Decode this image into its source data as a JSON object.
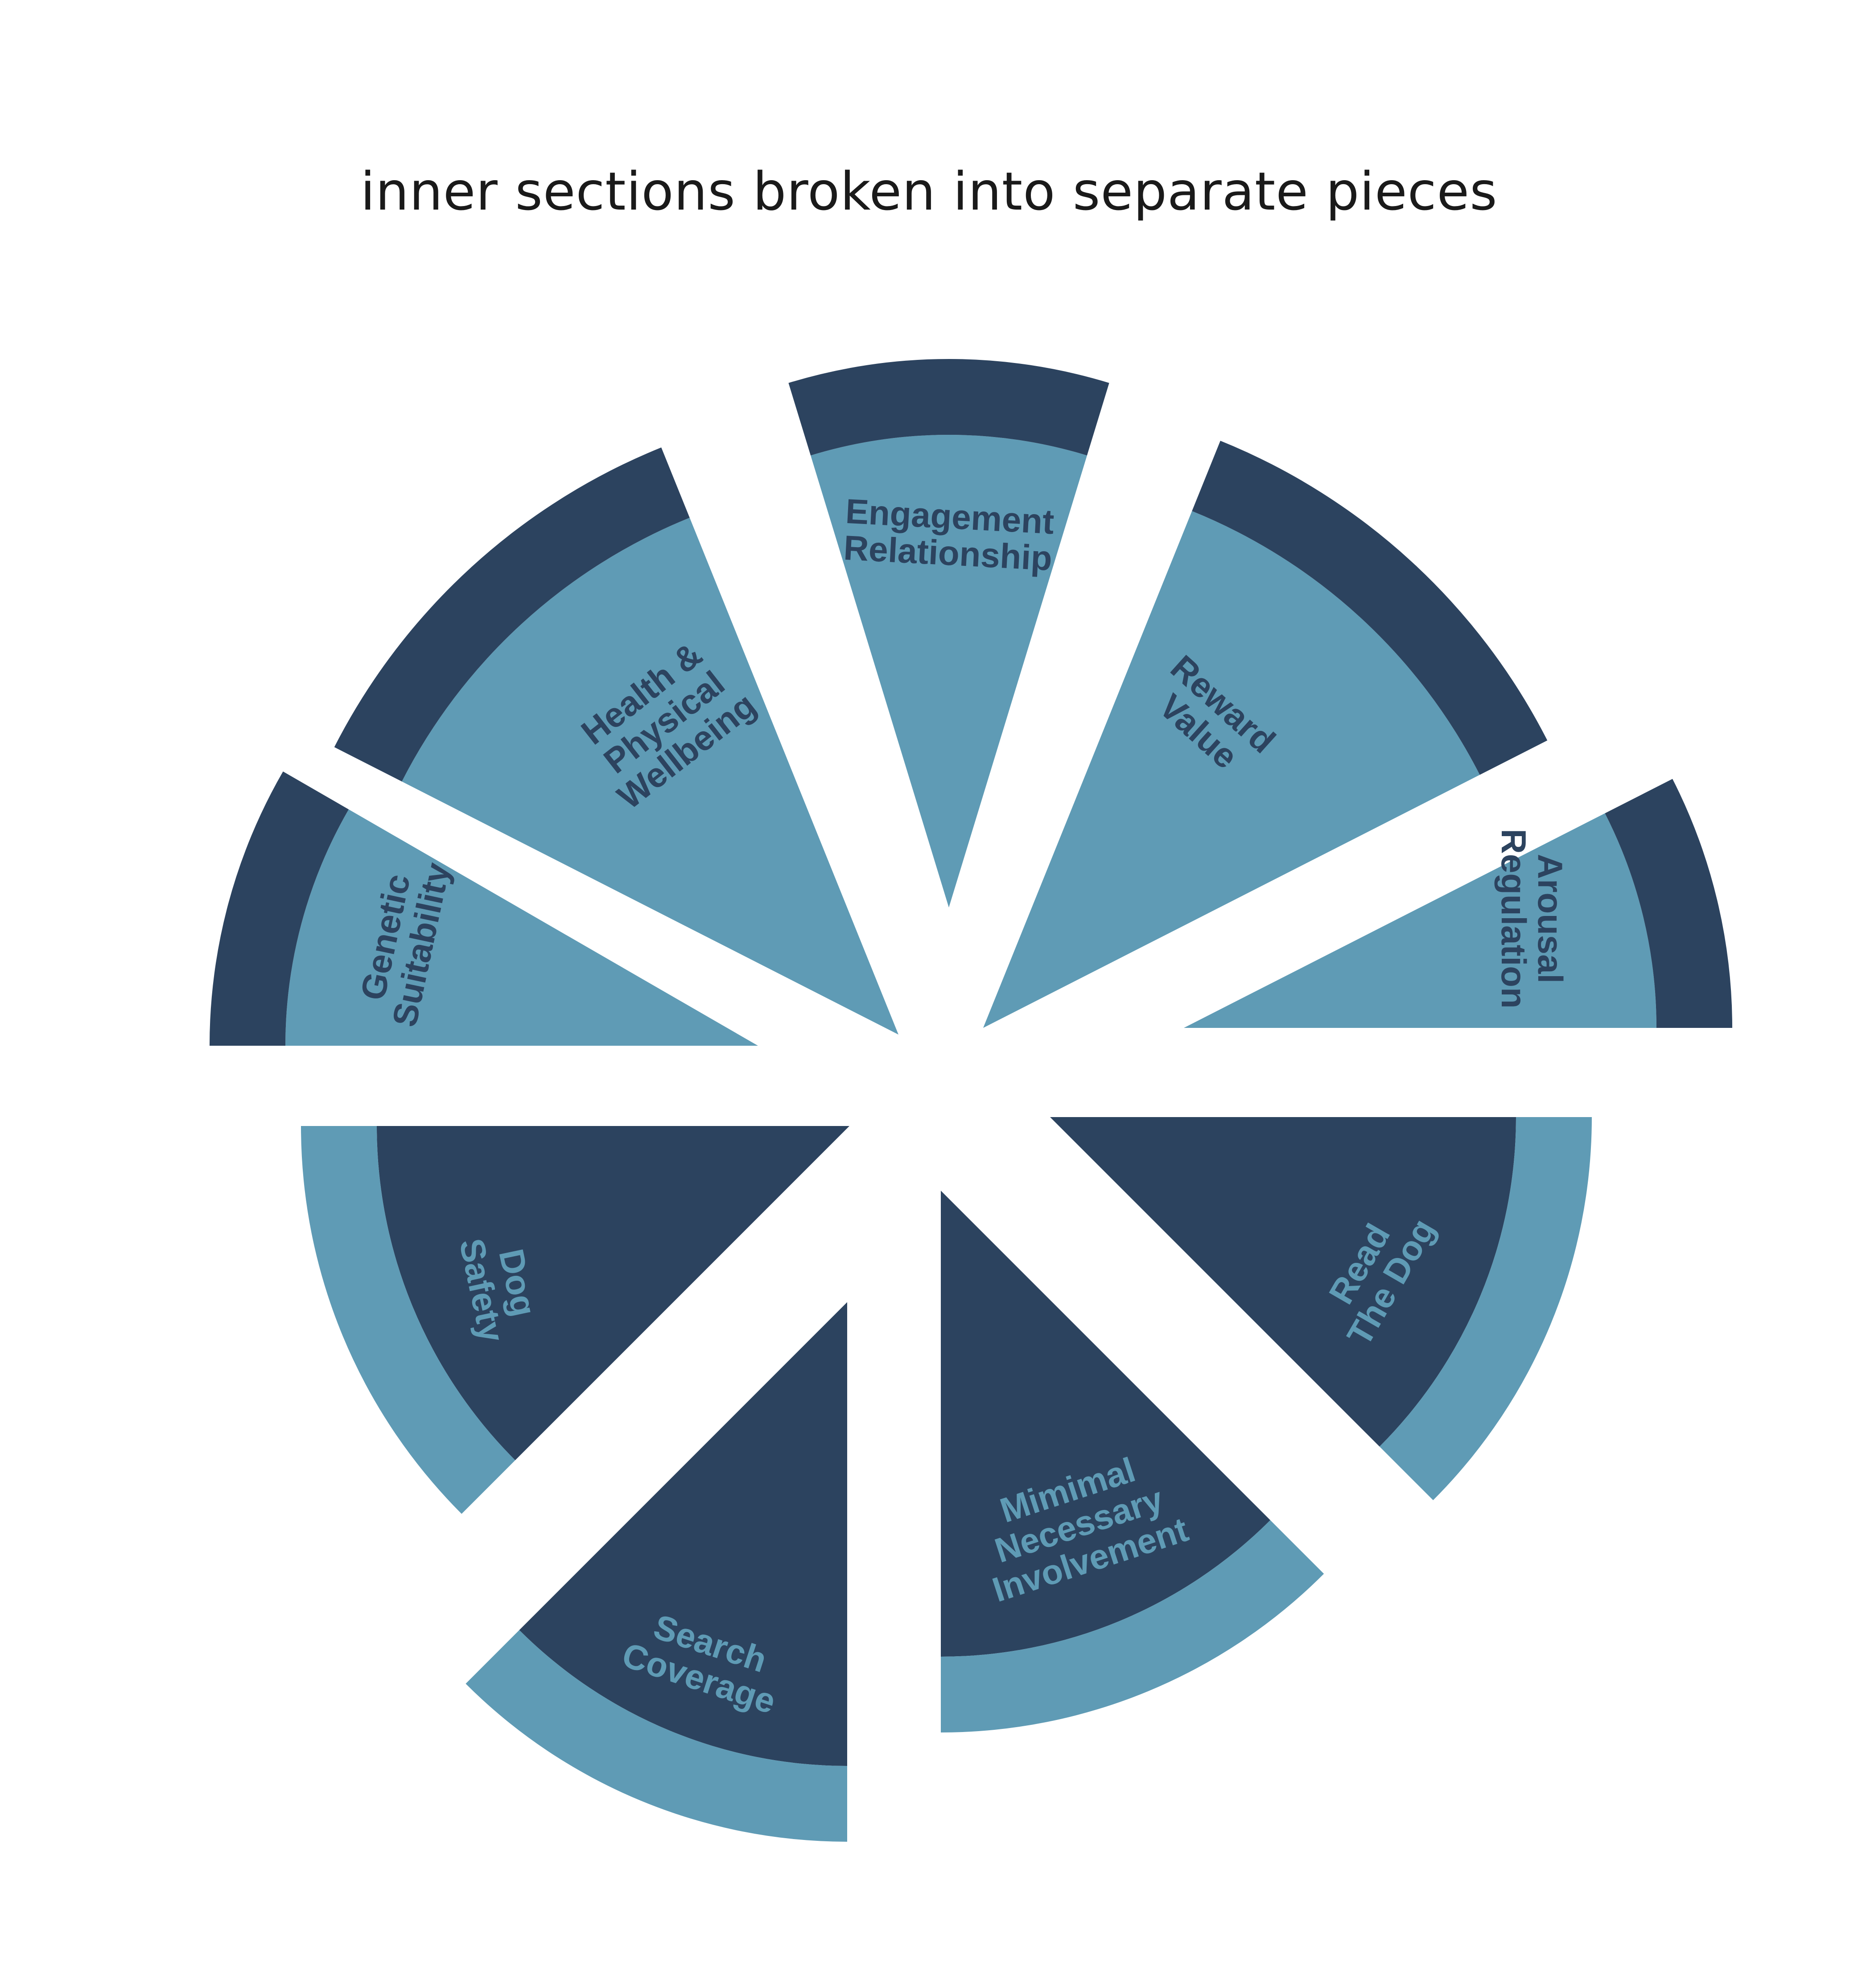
{
  "title": "inner sections broken into separate pieces",
  "colors": {
    "navy": "#2c435f",
    "steel_blue": "#5f9bb5",
    "background": "#ffffff"
  },
  "pieces": [
    {
      "id": "engagement",
      "lines": [
        "Engagement",
        "Relationship"
      ],
      "tone": "light"
    },
    {
      "id": "reward",
      "lines": [
        "Reward",
        "Value"
      ],
      "tone": "light"
    },
    {
      "id": "arousal",
      "lines": [
        "Arousal",
        "Regulation"
      ],
      "tone": "light"
    },
    {
      "id": "read-dog",
      "lines": [
        "Read",
        "The Dog"
      ],
      "tone": "dark"
    },
    {
      "id": "minimal-involvement",
      "lines": [
        "Mimimal",
        "Necessary",
        "Involvement"
      ],
      "tone": "dark"
    },
    {
      "id": "search-coverage",
      "lines": [
        "Search",
        "Coverage"
      ],
      "tone": "dark"
    },
    {
      "id": "dog-safety",
      "lines": [
        "Dog",
        "Safety"
      ],
      "tone": "dark"
    },
    {
      "id": "genetic",
      "lines": [
        "Genetic",
        "Suitability"
      ],
      "tone": "light"
    },
    {
      "id": "health",
      "lines": [
        "Health &",
        "Physical",
        "Wellbeing"
      ],
      "tone": "light"
    }
  ]
}
